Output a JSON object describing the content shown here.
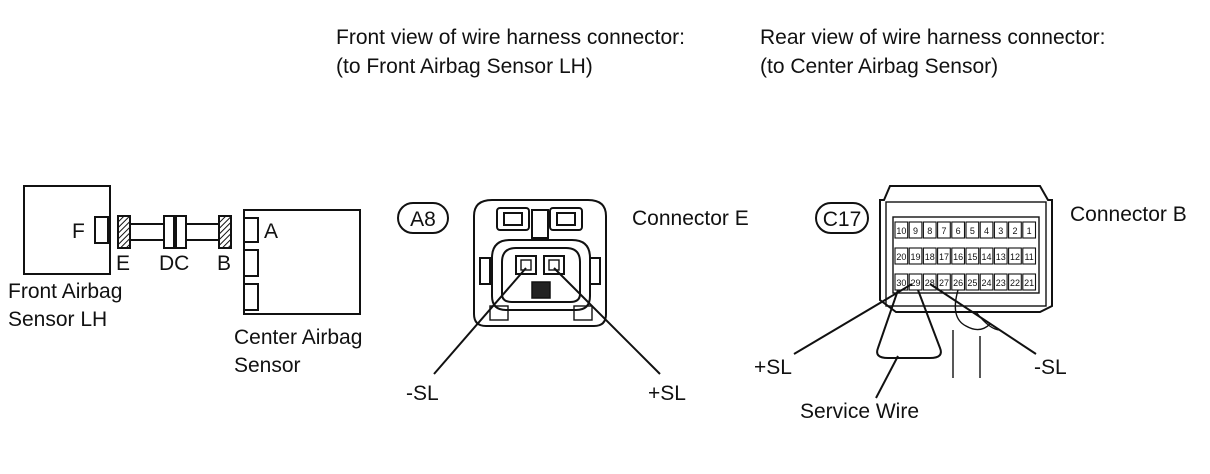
{
  "headers": {
    "front_view_line1": "Front view of wire harness connector:",
    "front_view_line2": "(to Front Airbag Sensor LH)",
    "rear_view_line1": "Rear view of wire harness connector:",
    "rear_view_line2": "(to Center Airbag Sensor)"
  },
  "left": {
    "front_sensor_line1": "Front Airbag",
    "front_sensor_line2": "Sensor LH",
    "center_sensor_line1": "Center Airbag",
    "center_sensor_line2": "Sensor",
    "label_f": "F",
    "label_a": "A",
    "label_e": "E",
    "label_dc": "DC",
    "label_b": "B"
  },
  "connector_a8": {
    "id": "A8",
    "name": "Connector E",
    "terminal_left": "-SL",
    "terminal_right": "+SL"
  },
  "connector_c17": {
    "id": "C17",
    "name": "Connector B",
    "row1": [
      "10",
      "9",
      "8",
      "7",
      "6",
      "5",
      "4",
      "3",
      "2",
      "1"
    ],
    "row2": [
      "20",
      "19",
      "18",
      "17",
      "16",
      "15",
      "14",
      "13",
      "12",
      "11"
    ],
    "row3": [
      "30",
      "29",
      "28",
      "27",
      "26",
      "25",
      "24",
      "23",
      "22",
      "21"
    ],
    "terminal_left": "+SL",
    "terminal_right": "-SL",
    "service_wire": "Service Wire"
  }
}
